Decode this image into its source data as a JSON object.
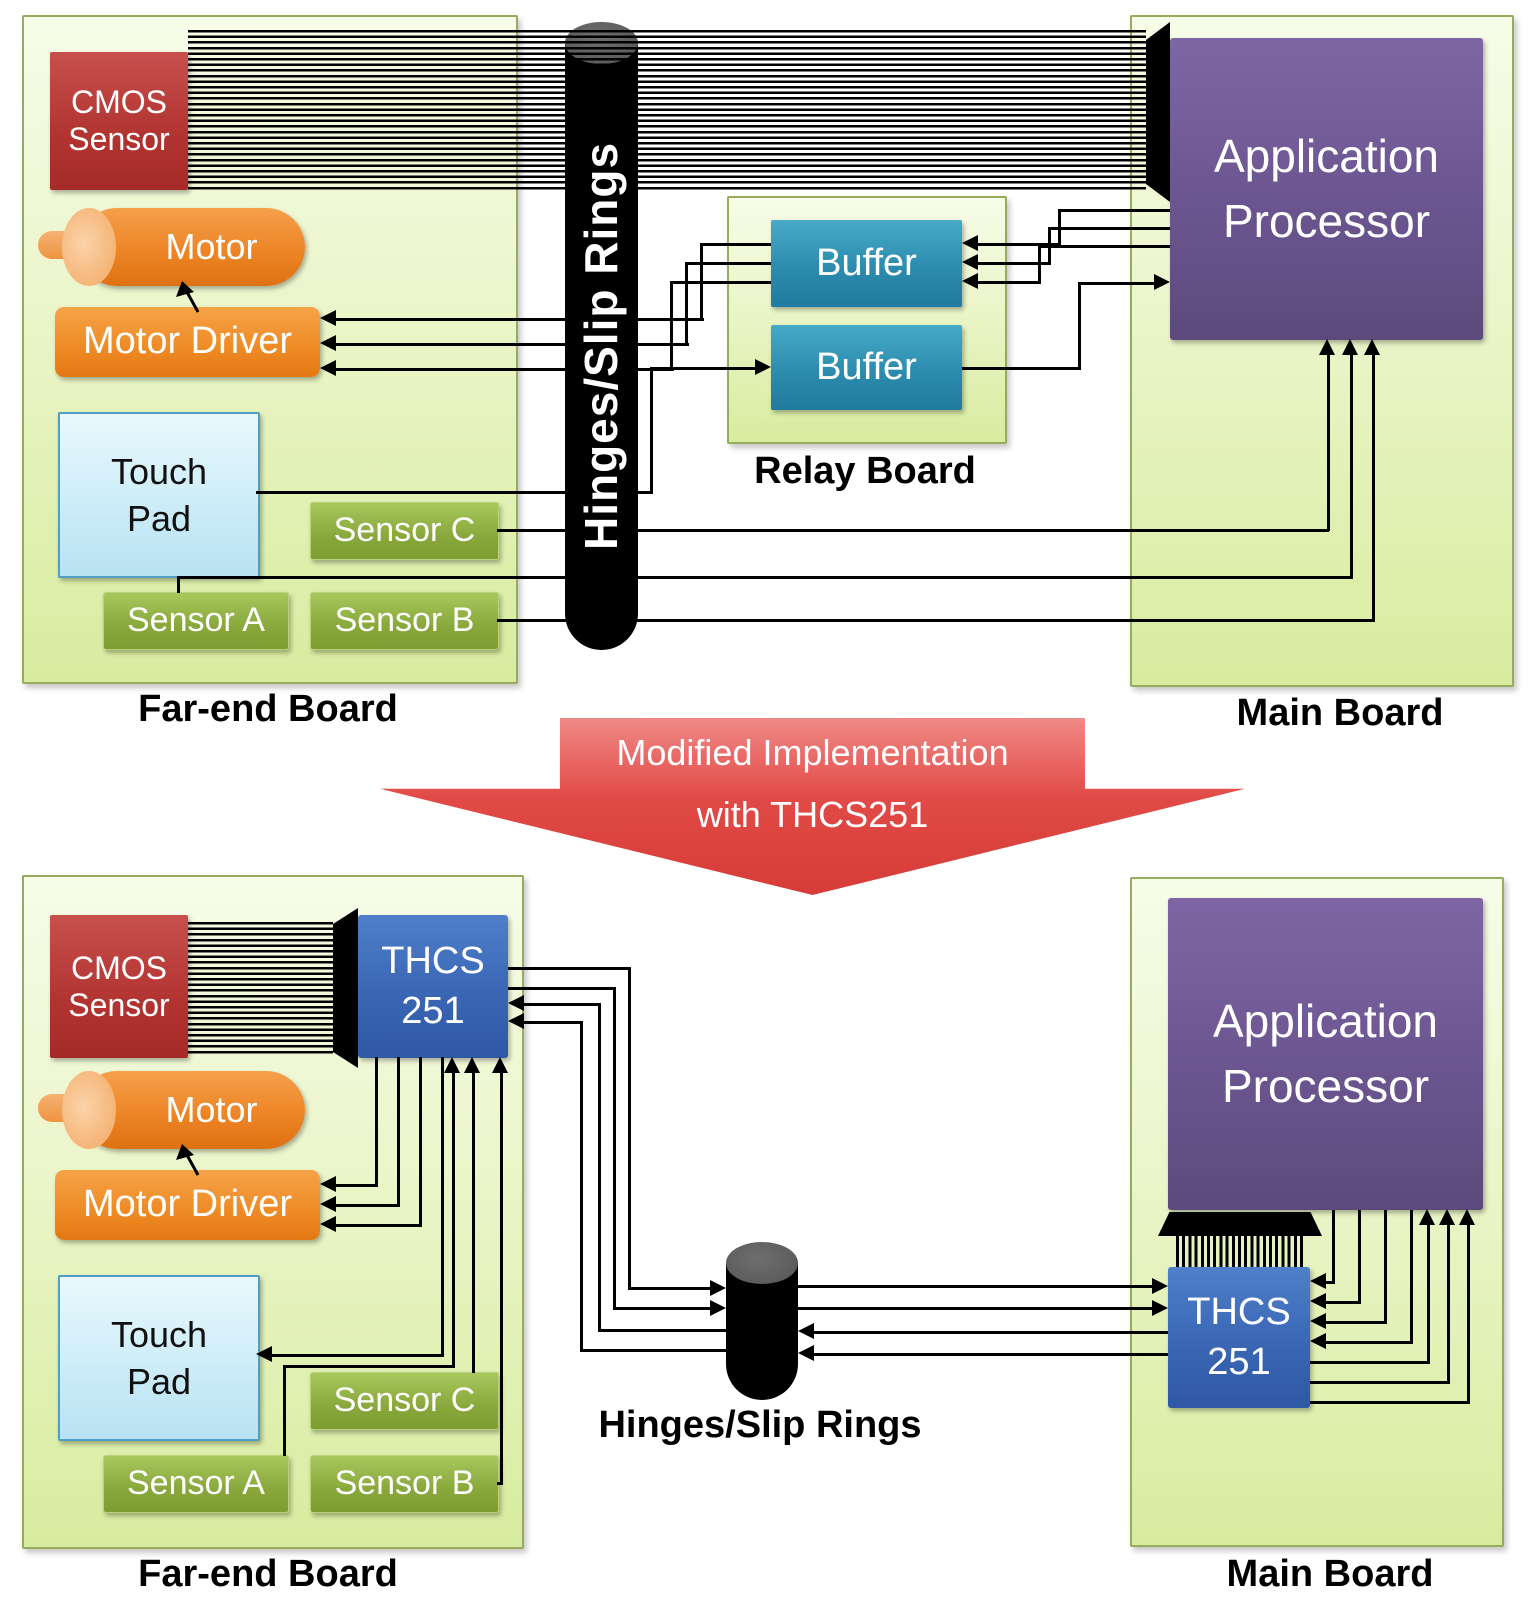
{
  "colors": {
    "board_fill": "#e9f5c8",
    "board_border": "#97ab5d",
    "cmos_red": "#b23431",
    "motor_orange": "#ed8526",
    "touch_pad_blue": "#cfeef9",
    "touch_pad_border": "#4e9fc4",
    "sensor_green": "#88a83c",
    "buffer_teal": "#2b89ab",
    "processor_purple": "#6b5590",
    "thcs_blue": "#3a66b4",
    "hinge_black": "#000000",
    "hinge_cap_gray": "#5f5f5f",
    "transition_red": "#e14a46",
    "wire_black": "#000000"
  },
  "top": {
    "board_left_label": "Far-end Board",
    "board_right_label": "Main Board",
    "relay_board_label": "Relay Board",
    "hinge_label": "Hinges/Slip Rings",
    "cmos": {
      "line1": "CMOS",
      "line2": "Sensor"
    },
    "motor_label": "Motor",
    "motor_driver_label": "Motor Driver",
    "touch_pad": {
      "line1": "Touch",
      "line2": "Pad"
    },
    "sensor_a_label": "Sensor A",
    "sensor_b_label": "Sensor B",
    "sensor_c_label": "Sensor C",
    "buffer1_label": "Buffer",
    "buffer2_label": "Buffer",
    "app_processor": {
      "line1": "Application",
      "line2": "Processor"
    }
  },
  "transition": {
    "line1": "Modified Implementation",
    "line2": "with THCS251"
  },
  "bottom": {
    "board_left_label": "Far-end Board",
    "board_right_label": "Main Board",
    "hinge_label": "Hinges/Slip Rings",
    "cmos": {
      "line1": "CMOS",
      "line2": "Sensor"
    },
    "thcs_far_end": {
      "line1": "THCS",
      "line2": "251"
    },
    "thcs_main": {
      "line1": "THCS",
      "line2": "251"
    },
    "motor_label": "Motor",
    "motor_driver_label": "Motor Driver",
    "touch_pad": {
      "line1": "Touch",
      "line2": "Pad"
    },
    "sensor_a_label": "Sensor A",
    "sensor_b_label": "Sensor B",
    "sensor_c_label": "Sensor C",
    "app_processor": {
      "line1": "Application",
      "line2": "Processor"
    }
  }
}
